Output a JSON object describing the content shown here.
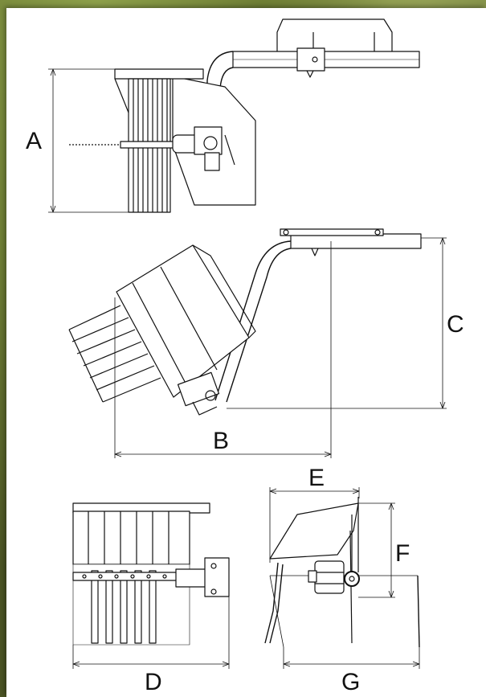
{
  "dimension_labels": {
    "a": "A",
    "b": "B",
    "c": "C",
    "d": "D",
    "e": "E",
    "f": "F",
    "g": "G"
  },
  "colors": {
    "line": "#111111",
    "panel_fill": "#ffffff",
    "background": "#e9e9e9"
  }
}
